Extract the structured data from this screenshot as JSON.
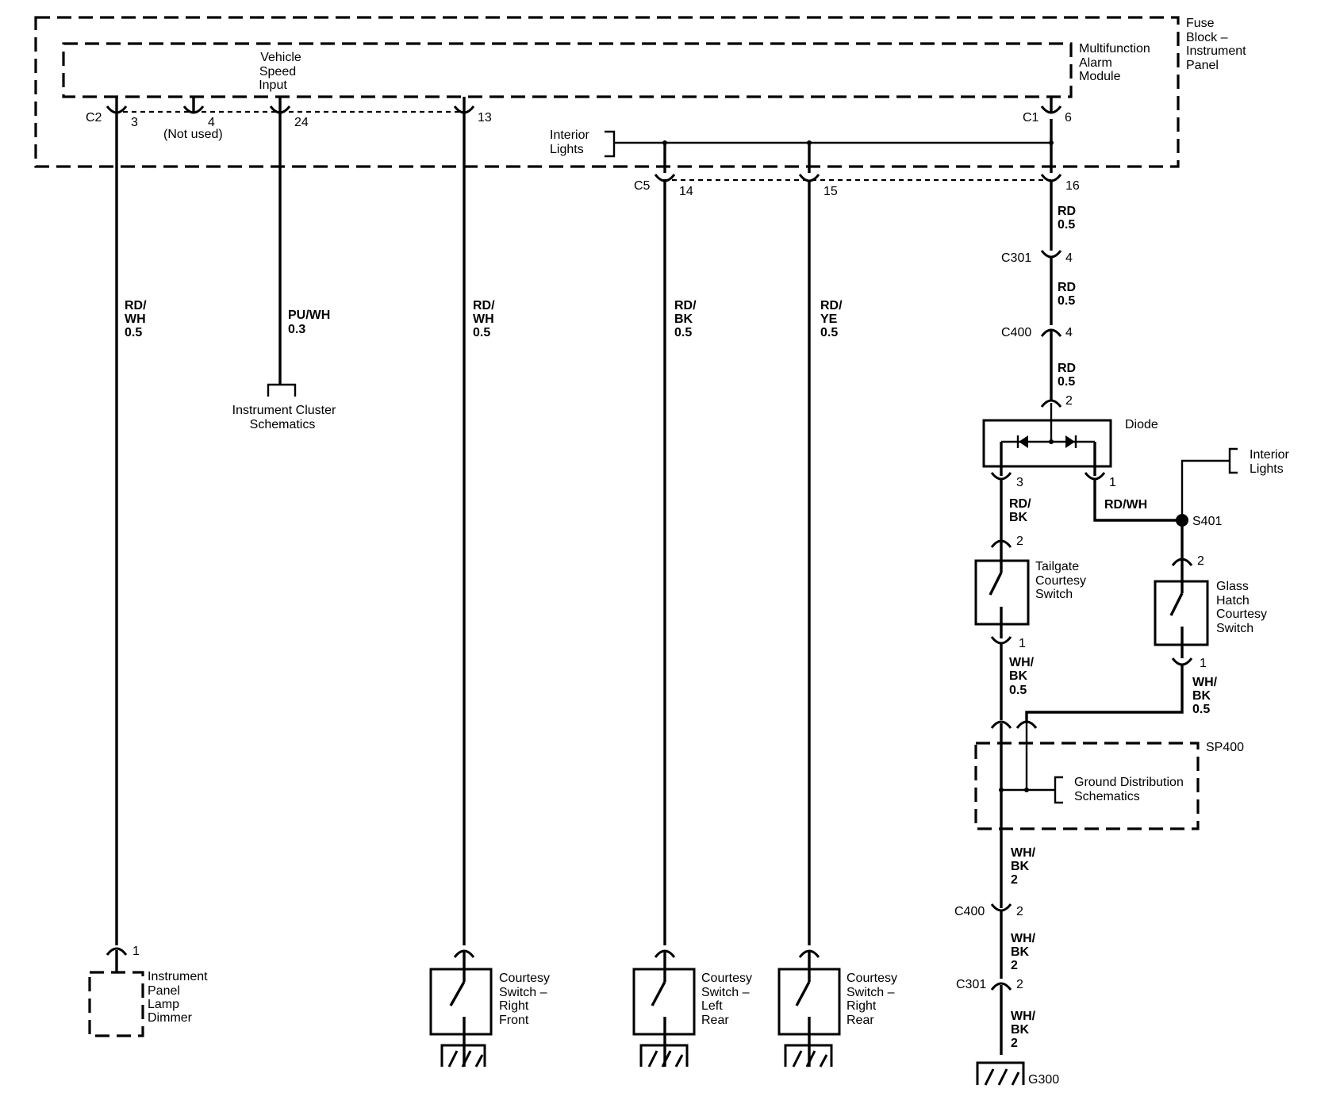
{
  "components": {
    "fuse_block": [
      "Fuse",
      "Block –",
      "Instrument",
      "Panel"
    ],
    "alarm_module": [
      "Multifunction",
      "Alarm",
      "Module"
    ],
    "vehicle_speed_input": [
      "Vehicle",
      "Speed",
      "Input"
    ],
    "not_used": "(Not used)",
    "interior_lights_top": [
      "Interior",
      "Lights"
    ],
    "interior_lights_right": [
      "Interior",
      "Lights"
    ],
    "instrument_cluster": [
      "Instrument Cluster",
      "Schematics"
    ],
    "diode": "Diode",
    "tailgate_switch": [
      "Tailgate",
      "Courtesy",
      "Switch"
    ],
    "glass_hatch_switch": [
      "Glass",
      "Hatch",
      "Courtesy",
      "Switch"
    ],
    "sp400": "SP400",
    "ground_distribution": [
      "Ground Distribution",
      "Schematics"
    ],
    "dimmer": [
      "Instrument",
      "Panel",
      "Lamp",
      "Dimmer"
    ],
    "courtesy_rf": [
      "Courtesy",
      "Switch –",
      "Right",
      "Front"
    ],
    "courtesy_lr": [
      "Courtesy",
      "Switch –",
      "Left",
      "Rear"
    ],
    "courtesy_rr": [
      "Courtesy",
      "Switch –",
      "Right",
      "Rear"
    ],
    "s401": "S401",
    "g300": "G300"
  },
  "connectors": {
    "c2": "C2",
    "c1": "C1",
    "c5": "C5",
    "c301_a": "C301",
    "c400_a": "C400",
    "c400_b": "C400",
    "c301_b": "C301"
  },
  "pins": {
    "c2_3": "3",
    "c2_4": "4",
    "c2_24": "24",
    "c2_13": "13",
    "c1_6": "6",
    "c5_14": "14",
    "c5_15": "15",
    "c5_16": "16",
    "c301_4": "4",
    "c400_4": "4",
    "diode_2": "2",
    "diode_3": "3",
    "diode_1": "1",
    "tailgate_2": "2",
    "tailgate_1": "1",
    "glass_2": "2",
    "glass_1": "1",
    "c400_2": "2",
    "c301_2": "2",
    "dimmer_1": "1"
  },
  "wires": {
    "w_c2_3": [
      "RD/",
      "WH",
      "0.5"
    ],
    "w_c2_24": [
      "PU/WH",
      "0.3"
    ],
    "w_c2_13": [
      "RD/",
      "WH",
      "0.5"
    ],
    "w_c5_14": [
      "RD/",
      "BK",
      "0.5"
    ],
    "w_c5_15": [
      "RD/",
      "YE",
      "0.5"
    ],
    "w_16_a": [
      "RD",
      "0.5"
    ],
    "w_16_b": [
      "RD",
      "0.5"
    ],
    "w_16_c": [
      "RD",
      "0.5"
    ],
    "w_diode3": [
      "RD/",
      "BK"
    ],
    "w_diode1": "RD/WH",
    "w_tail1": [
      "WH/",
      "BK",
      "0.5"
    ],
    "w_glass1": [
      "WH/",
      "BK",
      "0.5"
    ],
    "w_g_a": [
      "WH/",
      "BK",
      "2"
    ],
    "w_g_b": [
      "WH/",
      "BK",
      "2"
    ],
    "w_g_c": [
      "WH/",
      "BK",
      "2"
    ]
  }
}
